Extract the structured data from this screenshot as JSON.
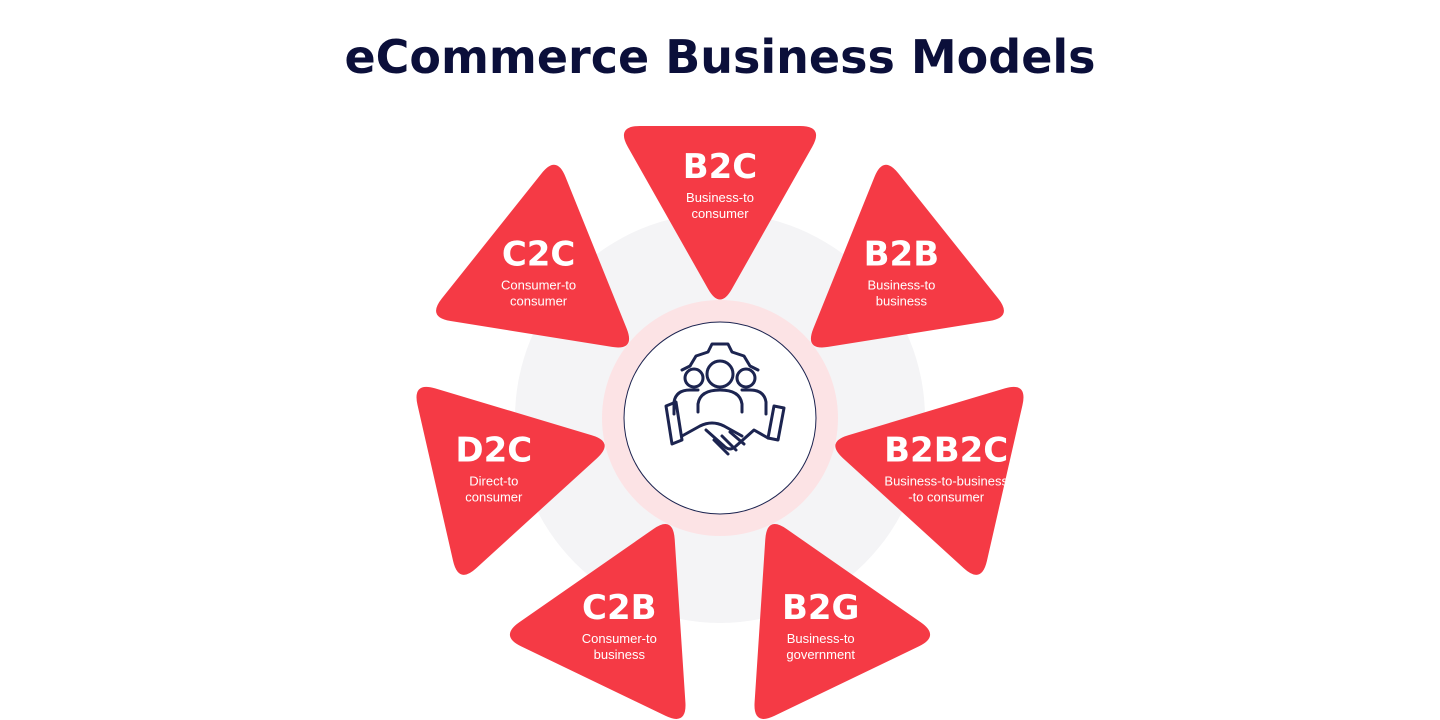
{
  "title": "eCommerce Business Models",
  "colors": {
    "segment": "#f53a45",
    "title": "#0b0f3a",
    "ring": "#f4f4f6",
    "hub": "#fce3e5",
    "icon": "#1c2450"
  },
  "center_icon": "handshake-people-gear-icon",
  "models": [
    {
      "abbr": "B2C",
      "desc": [
        "Business-to",
        "consumer"
      ]
    },
    {
      "abbr": "B2B",
      "desc": [
        "Business-to",
        "business"
      ]
    },
    {
      "abbr": "B2B2C",
      "desc": [
        "Business-to-business",
        "-to consumer"
      ]
    },
    {
      "abbr": "B2G",
      "desc": [
        "Business-to",
        "government"
      ]
    },
    {
      "abbr": "C2B",
      "desc": [
        "Consumer-to",
        "business"
      ]
    },
    {
      "abbr": "D2C",
      "desc": [
        "Direct-to",
        "consumer"
      ]
    },
    {
      "abbr": "C2C",
      "desc": [
        "Consumer-to",
        "consumer"
      ]
    }
  ]
}
